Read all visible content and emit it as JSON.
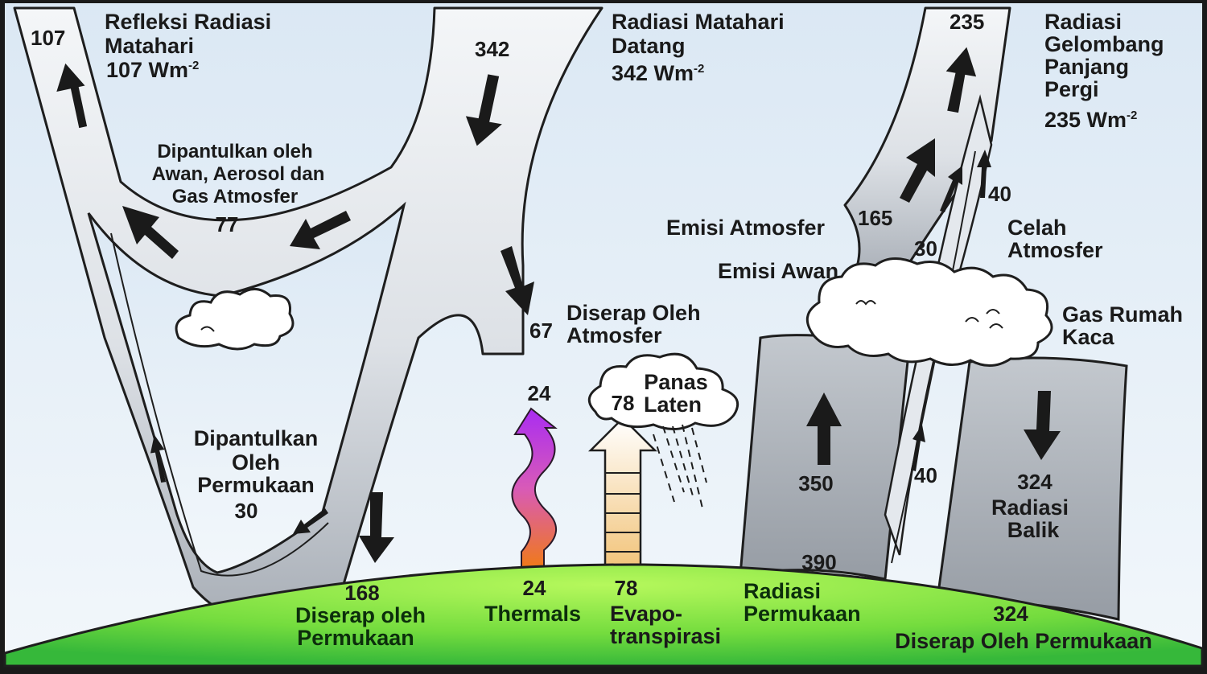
{
  "diagram": {
    "reflected_solar": {
      "value": "107",
      "title_1": "Refleksi Radiasi",
      "title_2": "Matahari",
      "unit_value": "107 Wm",
      "unit_exp": "-2"
    },
    "incoming_solar": {
      "value": "342",
      "title_1": "Radiasi Matahari",
      "title_2": "Datang",
      "unit_value": "342 Wm",
      "unit_exp": "-2"
    },
    "outgoing_longwave": {
      "value": "235",
      "title_1": "Radiasi",
      "title_2": "Gelombang",
      "title_3": "Panjang",
      "title_4": "Pergi",
      "unit_value": "235 Wm",
      "unit_exp": "-2"
    },
    "reflected_by_clouds": {
      "line_1": "Dipantulkan oleh",
      "line_2": "Awan, Aerosol dan",
      "line_3": "Gas Atmosfer",
      "value": "77"
    },
    "reflected_by_surface": {
      "line_1": "Dipantulkan",
      "line_2": "Oleh",
      "line_3": "Permukaan",
      "value": "30"
    },
    "absorbed_by_atmosphere": {
      "value": "67",
      "line_1": "Diserap Oleh",
      "line_2": "Atmosfer"
    },
    "absorbed_by_surface": {
      "value": "168",
      "line_1": "Diserap oleh",
      "line_2": "Permukaan"
    },
    "thermals": {
      "top_value": "24",
      "bottom_value": "24",
      "label": "Thermals"
    },
    "evapotranspiration": {
      "top_value": "78",
      "cloud_line_1": "Panas",
      "cloud_line_2": "Laten",
      "bottom_value": "78",
      "label_1": "Evapo-",
      "label_2": "transpirasi"
    },
    "atmospheric_emission": {
      "label": "Emisi Atmosfer",
      "value": "165"
    },
    "cloud_emission": {
      "label": "Emisi Awan",
      "value": "30"
    },
    "atmospheric_window": {
      "value_top": "40",
      "value_bottom": "40",
      "line_1": "Celah",
      "line_2": "Atmosfer"
    },
    "greenhouse_gases": {
      "line_1": "Gas Rumah",
      "line_2": "Kaca"
    },
    "surface_radiation": {
      "up_value": "350",
      "total_value": "390",
      "line_1": "Radiasi",
      "line_2": "Permukaan"
    },
    "back_radiation": {
      "value": "324",
      "line_1": "Radiasi",
      "line_2": "Balik"
    },
    "absorbed_back_radiation": {
      "value": "324",
      "label": "Diserap Oleh Permukaan"
    }
  },
  "colors": {
    "sky_top": "#dde9f4",
    "sky_bottom": "#f1f6fb",
    "flow_light": "#e9edf2",
    "flow_dark": "#9da3ab",
    "ground_light": "#aef55a",
    "ground_dark": "#3cc23c",
    "thermal_top": "#b02cf0",
    "thermal_bottom": "#f07a1a",
    "arrow": "#1a1a1a"
  },
  "icons": [
    "up-arrow-icon",
    "down-arrow-icon",
    "cloud-icon",
    "rain-icon",
    "wavy-arrow-icon",
    "hollow-arrow-icon"
  ]
}
